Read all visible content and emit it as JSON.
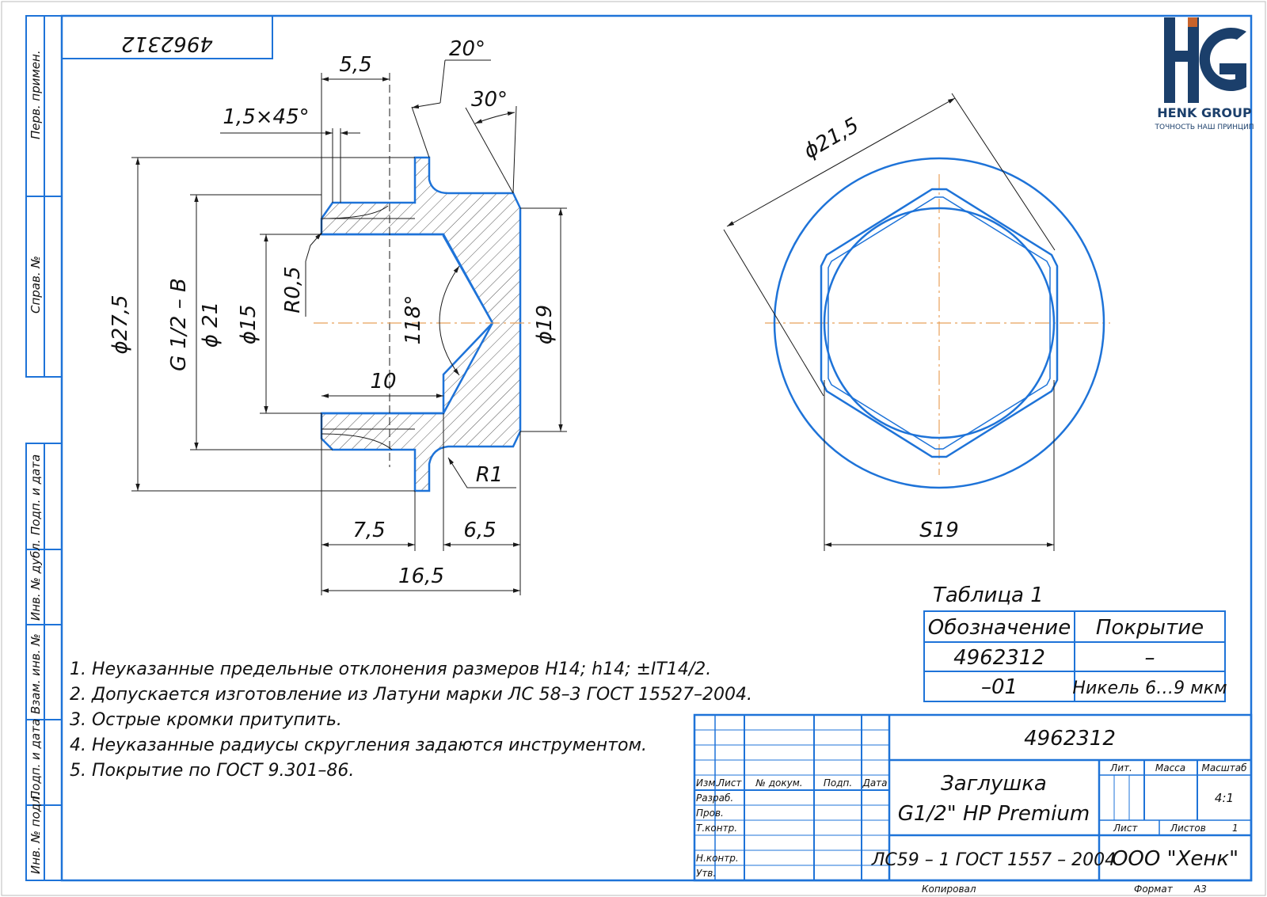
{
  "document": {
    "number": "4962312",
    "number_stamp_rotated": "4962312"
  },
  "left_margin": {
    "perv_primen": "Перв. примен.",
    "sprav_no": "Справ. №",
    "podp_data_1": "Подп. и дата",
    "inv_dubl": "Инв. № дубл.",
    "vzam_inv": "Взам. инв. №",
    "podp_data_2": "Подп. и дата",
    "inv_podl": "Инв. № подл."
  },
  "logo": {
    "letters": "HG",
    "name": "HENK GROUP",
    "tagline": "ТОЧНОСТЬ НАШ ПРИНЦИП",
    "colors": {
      "primary": "#1b3f6b",
      "accent": "#c8632b"
    }
  },
  "dimensions": {
    "d5_5": "5,5",
    "angle20": "20°",
    "angle30": "30°",
    "chamfer": "1,5×45°",
    "d27_5": "ϕ27,5",
    "thread": "G 1/2 – B",
    "d21": "ϕ 21",
    "d15": "ϕ15",
    "r0_5": "R0,5",
    "angle118": "118°",
    "d19": "ϕ19",
    "d10": "10",
    "r1": "R1",
    "d7_5": "7,5",
    "d6_5": "6,5",
    "d16_5": "16,5",
    "d21_5": "ϕ21,5",
    "s19": "S19"
  },
  "notes": [
    "1. Неуказанные предельные отклонения размеров H14; h14; ±IT14/2.",
    "2. Допускается изготовление из Латуни марки ЛС 58–3 ГОСТ 15527–2004.",
    "3. Острые кромки притупить.",
    "4. Неуказанные радиусы скругления задаются инструментом.",
    "5. Покрытие по ГОСТ 9.301–86."
  ],
  "table1": {
    "title": "Таблица 1",
    "headers": [
      "Обозначение",
      "Покрытие"
    ],
    "rows": [
      [
        "4962312",
        "–"
      ],
      [
        "–01",
        "Никель 6…9 мкм"
      ]
    ]
  },
  "title_block": {
    "designation": "4962312",
    "name_line1": "Заглушка",
    "name_line2": "G1/2\" HP Premium",
    "material": "ЛС59 – 1 ГОСТ 1557 – 2004",
    "company": "ООО \"Хенк\"",
    "lit_label": "Лит.",
    "mass_label": "Масса",
    "scale_label": "Масштаб",
    "scale_value": "4:1",
    "sheet_label": "Лист",
    "sheets_label": "Листов",
    "sheets_value": "1",
    "col_izm": "Изм.",
    "col_list": "Лист",
    "col_doc": "№ докум.",
    "col_podp": "Подп.",
    "col_data": "Дата",
    "row_razrab": "Разраб.",
    "row_prov": "Пров.",
    "row_tkontr": "Т.контр.",
    "row_nkontr": "Н.контр.",
    "row_utv": "Утв."
  },
  "footer": {
    "copied": "Копировал",
    "format_label": "Формат",
    "format_value": "А3"
  },
  "colors": {
    "outline": "#1e73d8",
    "centerline": "#e8a05a",
    "text": "#111111"
  }
}
